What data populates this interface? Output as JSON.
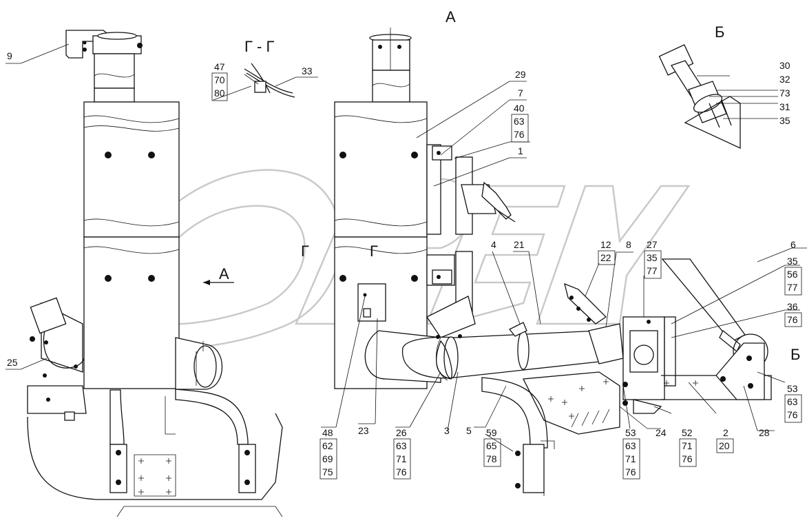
{
  "views": {
    "view_a": "А",
    "view_b_top": "Б",
    "view_b_side": "Б",
    "section_title": "Г - Г",
    "section_mark_left": "Г",
    "section_mark_right": "Г",
    "arrow_a": "А"
  },
  "callouts": {
    "c9": "9",
    "c25": "25",
    "s47": [
      "47",
      "70",
      "80"
    ],
    "c33": "33",
    "c29": "29",
    "c7": "7",
    "s40": [
      "40",
      "63",
      "76"
    ],
    "c1": "1",
    "s30": [
      "30",
      "32",
      "73",
      "31",
      "35"
    ],
    "c4": "4",
    "c21": "21",
    "s12": [
      "12",
      "22"
    ],
    "c8": "8",
    "s27": [
      "27",
      "35",
      "77"
    ],
    "c6": "6",
    "s35": [
      "35",
      "56",
      "77"
    ],
    "s36": [
      "36",
      "76"
    ],
    "s48": [
      "48",
      "62",
      "69",
      "75"
    ],
    "c23": "23",
    "s26": [
      "26",
      "63",
      "71",
      "76"
    ],
    "c3": "3",
    "c5": "5",
    "s59": [
      "59",
      "65",
      "78"
    ],
    "s53a": [
      "53",
      "63",
      "71",
      "76"
    ],
    "c24": "24",
    "s52": [
      "52",
      "71",
      "76"
    ],
    "s2": [
      "2",
      "20"
    ],
    "c28": "28",
    "s53b": [
      "53",
      "63",
      "76"
    ]
  }
}
